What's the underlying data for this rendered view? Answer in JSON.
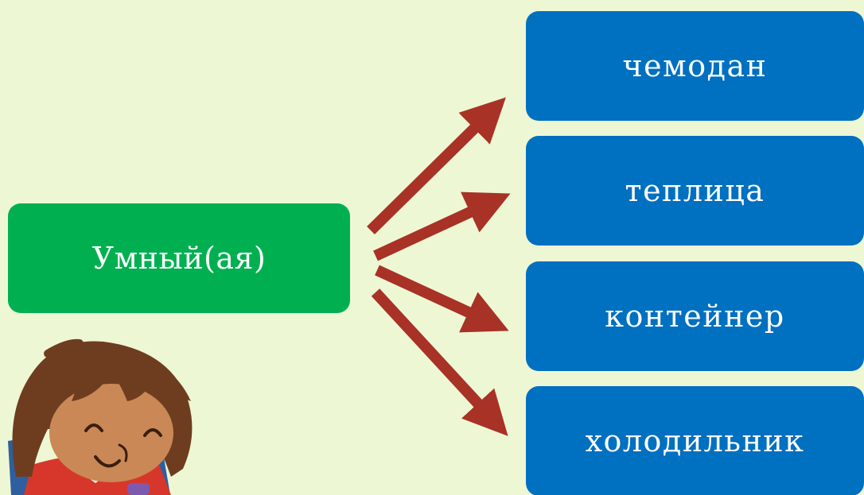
{
  "source": {
    "label": "Умный(ая)",
    "color": "#00b050"
  },
  "targets": [
    {
      "label": "чемодан"
    },
    {
      "label": "теплица"
    },
    {
      "label": "контейнер"
    },
    {
      "label": "холодильник"
    }
  ],
  "colors": {
    "background": "#eef7d4",
    "target_box": "#0070c0",
    "arrow": "#a83226"
  },
  "icons": {
    "character": "cartoon-girl-icon"
  }
}
